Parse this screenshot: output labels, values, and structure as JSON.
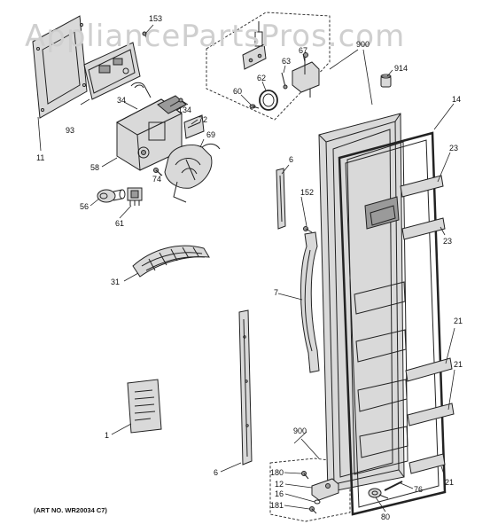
{
  "watermark": "AppliancePartsPros.com",
  "art_number": "(ART NO. WR20034 C7)",
  "labels": {
    "p153": "153",
    "p900_top": "900",
    "p914": "914",
    "p67": "67",
    "p63": "63",
    "p62": "62",
    "p60": "60",
    "p14": "14",
    "p34": "34",
    "p134": "134",
    "p72": "72",
    "p93": "93",
    "p69": "69",
    "p11": "11",
    "p58": "58",
    "p74": "74",
    "p6_top": "6",
    "p23_a": "23",
    "p152": "152",
    "p56": "56",
    "p61": "61",
    "p23_b": "23",
    "p31": "31",
    "p7": "7",
    "p21_a": "21",
    "p21_b": "21",
    "p1": "1",
    "p900_bot": "900",
    "p6_bot": "6",
    "p180": "180",
    "p12": "12",
    "p16": "16",
    "p181": "181",
    "p76": "76",
    "p21_c": "21",
    "p80": "80"
  },
  "colors": {
    "line": "#222222",
    "part_fill": "#d9d9d9",
    "dark_fill": "#9a9a9a",
    "watermark": "#cfcfcf"
  }
}
